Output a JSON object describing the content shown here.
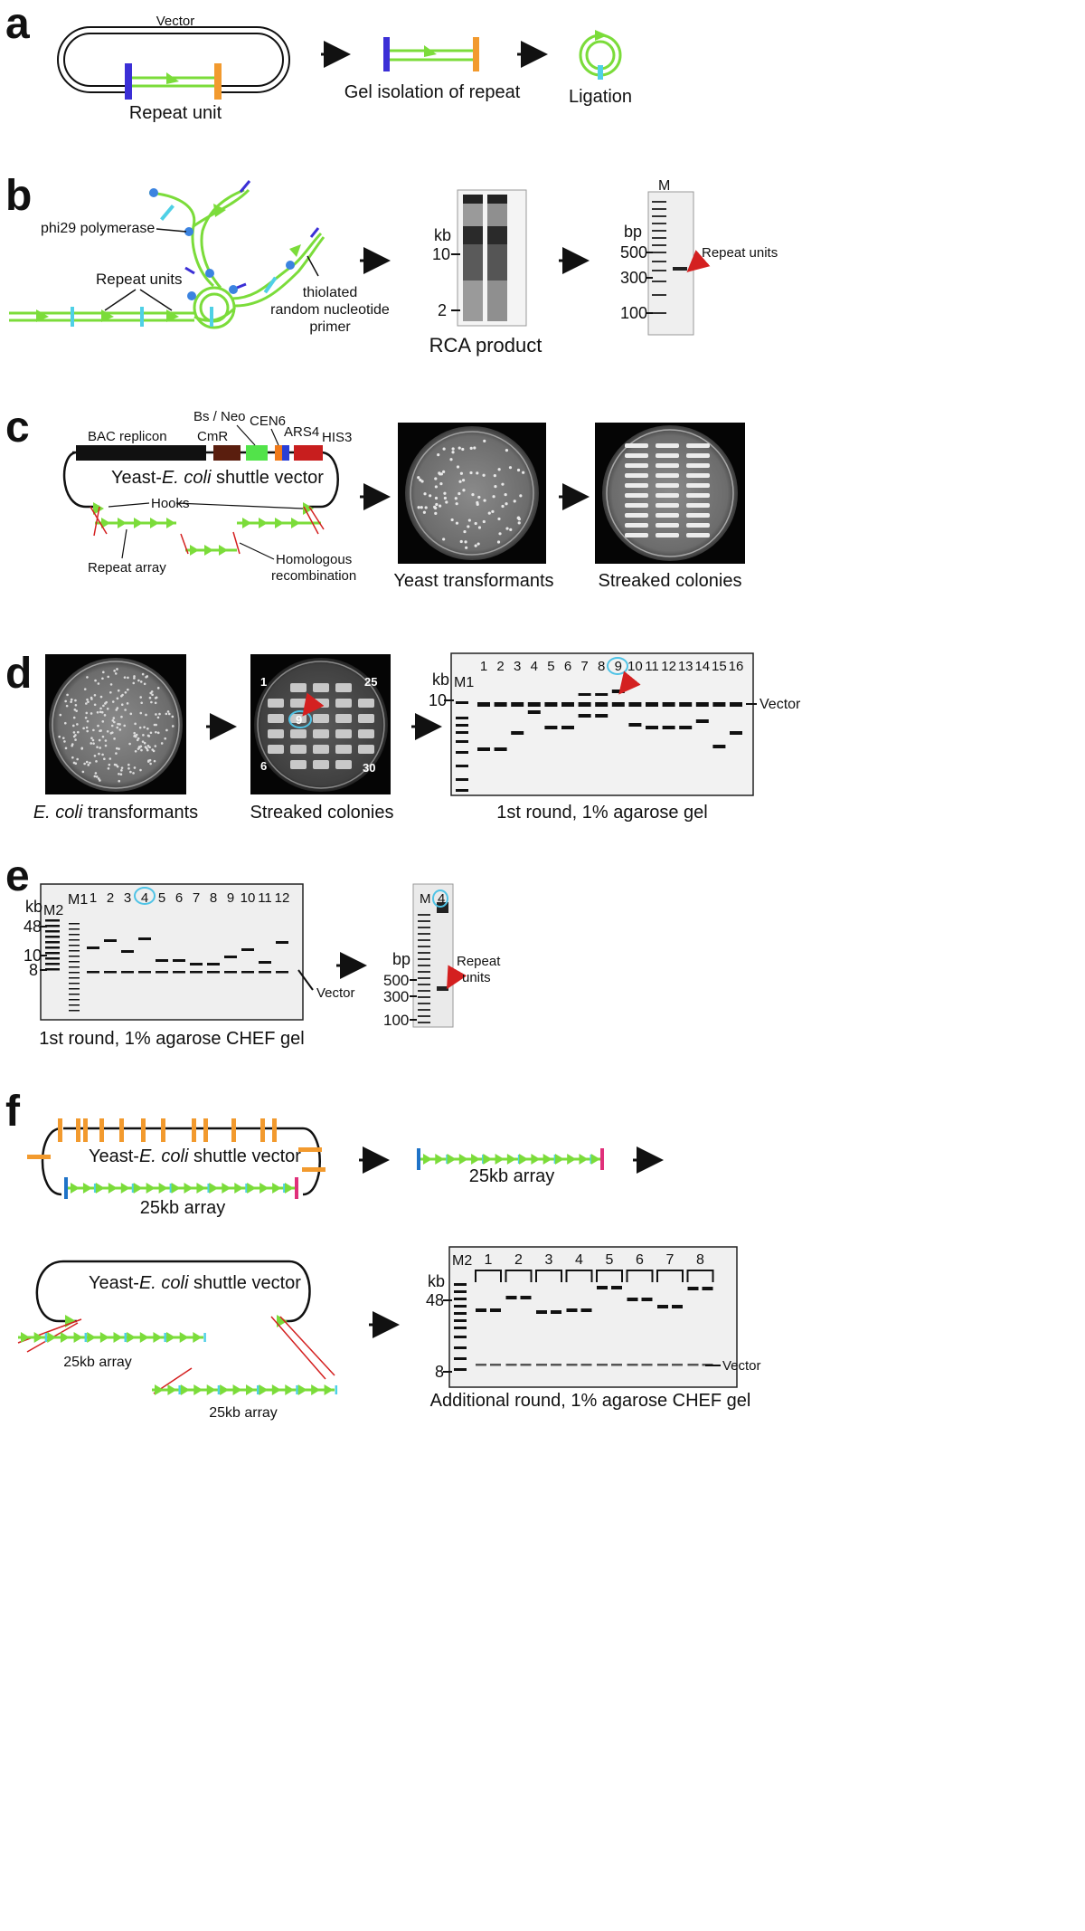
{
  "panels": {
    "a": {
      "label": "a",
      "vector": "Vector",
      "repeat_unit": "Repeat unit",
      "gel_isolation": "Gel isolation of repeat",
      "ligation": "Ligation"
    },
    "b": {
      "label": "b",
      "phi29": "phi29 polymerase",
      "repeat_units": "Repeat units",
      "primer_line1": "thiolated",
      "primer_line2": "random nucleotide",
      "primer_line3": "primer",
      "gel1_unit": "kb",
      "gel1_ticks": [
        "10",
        "2"
      ],
      "gel1_caption": "RCA product",
      "gel2_marker": "M",
      "gel2_unit": "bp",
      "gel2_ticks": [
        "500",
        "300",
        "100"
      ],
      "gel2_annotation": "Repeat units"
    },
    "c": {
      "label": "c",
      "bac_replicon": "BAC replicon",
      "bs_neo": "Bs / Neo",
      "cmr": "CmR",
      "cen6": "CEN6",
      "ars4": "ARS4",
      "his3": "HIS3",
      "vector_prefix": "Yeast-",
      "vector_italic": "E. coli",
      "vector_suffix": " shuttle  vector",
      "hooks": "Hooks",
      "repeat_array": "Repeat array",
      "homologous_line1": "Homologous",
      "homologous_line2": "recombination",
      "caption_yeast": "Yeast transformants",
      "caption_streaked": "Streaked colonies"
    },
    "d": {
      "label": "d",
      "plate_numbers": [
        "1",
        "25",
        "9",
        "6",
        "30"
      ],
      "gel_unit": "kb",
      "gel_marker": "M1",
      "gel_tick": "10",
      "lane_labels": [
        "1",
        "2",
        "3",
        "4",
        "5",
        "6",
        "7",
        "8",
        "9",
        "10",
        "11",
        "12",
        "13",
        "14",
        "15",
        "16"
      ],
      "highlight_lane": "9",
      "vector_label": "Vector",
      "caption_ecoli_italic": "E. coli",
      "caption_ecoli_rest": "  transformants",
      "caption_streaked": "Streaked colonies",
      "caption_gel": "1st round, 1% agarose gel"
    },
    "e": {
      "label": "e",
      "gel_unit": "kb",
      "markers": [
        "M2",
        "M1"
      ],
      "ticks": [
        "48",
        "10",
        "8"
      ],
      "lane_labels": [
        "1",
        "2",
        "3",
        "4",
        "5",
        "6",
        "7",
        "8",
        "9",
        "10",
        "11",
        "12"
      ],
      "highlight_lane": "4",
      "vector_label": "Vector",
      "caption": "1st round, 1% agarose CHEF gel",
      "small_gel_marker": "M",
      "small_gel_lane": "4",
      "small_gel_unit": "bp",
      "small_gel_ticks": [
        "500",
        "300",
        "100"
      ],
      "small_gel_annotation_line1": "Repeat",
      "small_gel_annotation_line2": "units"
    },
    "f": {
      "label": "f",
      "vector_prefix": "Yeast-",
      "vector_italic": "E. coli",
      "vector_suffix": " shuttle  vector",
      "array_25kb": "25kb array",
      "gel_unit": "kb",
      "gel_marker": "M2",
      "ticks": [
        "48",
        "8"
      ],
      "lane_labels": [
        "1",
        "2",
        "3",
        "4",
        "5",
        "6",
        "7",
        "8"
      ],
      "vector_label": "Vector",
      "caption": "Additional round, 1% agarose CHEF gel"
    }
  },
  "colors": {
    "repeat_green": "#7bdc3a",
    "blue_bar": "#3b2fd6",
    "orange_bar": "#f29a2e",
    "cyan_mark": "#4fd0e6",
    "polymerase_blue": "#3b83e0",
    "red_arrow": "#d42020",
    "cmr_brown": "#5a1e0e",
    "bsneo_green": "#52e34a",
    "cen6_orange": "#f07a1a",
    "ars4_blue": "#2a3fd6",
    "his3_red": "#c81e1e",
    "pink_bar": "#e0307a",
    "f_blue_bar": "#1f73c8",
    "highlight_circle": "#4fc3e6"
  }
}
